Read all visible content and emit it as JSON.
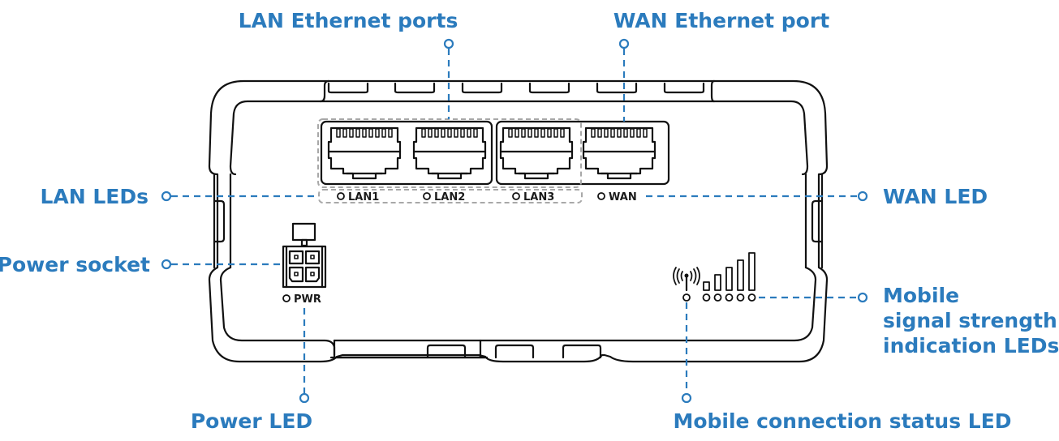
{
  "diagram": {
    "title": "Router front panel layout",
    "accent_color": "#2b7bbd",
    "callouts": {
      "lan_ports": "LAN Ethernet ports",
      "wan_port": "WAN Ethernet port",
      "lan_leds": "LAN LEDs",
      "wan_led": "WAN LED",
      "power_socket": "Power socket",
      "mobile_signal_line1": "Mobile",
      "mobile_signal_line2": "signal strength",
      "mobile_signal_line3": "indication LEDs",
      "power_led": "Power LED",
      "mobile_status_led": "Mobile connection status LED"
    },
    "panel_labels": {
      "lan1": "LAN1",
      "lan2": "LAN2",
      "lan3": "LAN3",
      "wan": "WAN",
      "pwr": "PWR"
    },
    "ports": [
      {
        "name": "LAN1",
        "type": "lan"
      },
      {
        "name": "LAN2",
        "type": "lan"
      },
      {
        "name": "LAN3",
        "type": "lan"
      },
      {
        "name": "WAN",
        "type": "wan"
      }
    ],
    "signal_bars": 5
  }
}
